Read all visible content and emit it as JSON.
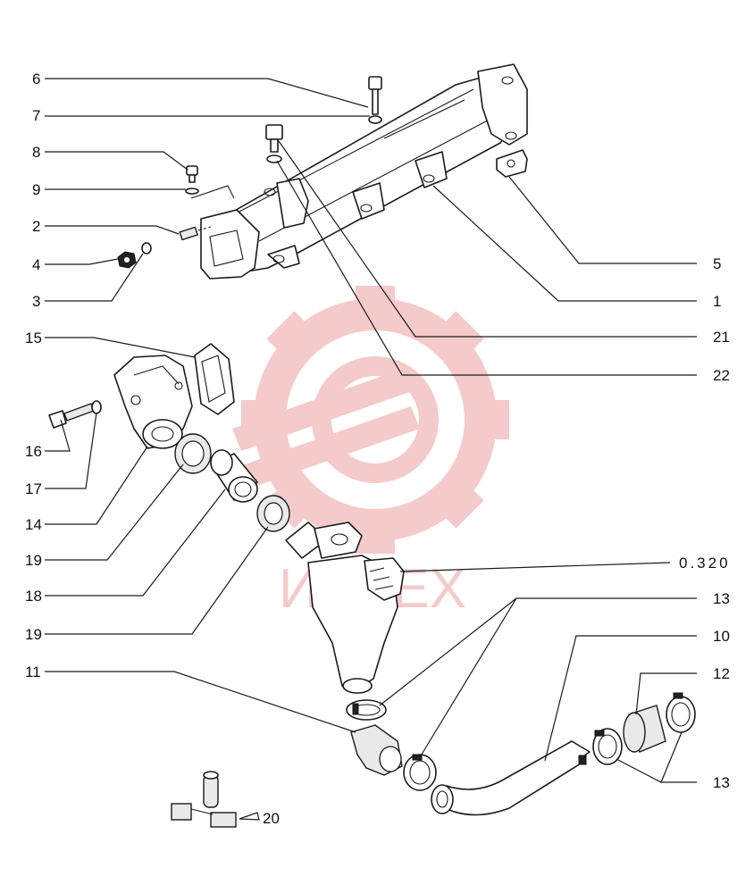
{
  "labels": {
    "l6": "6",
    "l7": "7",
    "l8": "8",
    "l9": "9",
    "l2": "2",
    "l4": "4",
    "l3": "3",
    "l5": "5",
    "l1": "1",
    "l21": "21",
    "l22": "22",
    "l15": "15",
    "l16": "16",
    "l17": "17",
    "l14": "14",
    "l19a": "19",
    "l18": "18",
    "l19b": "19",
    "l0320": "0.320",
    "l13a": "13",
    "l10": "10",
    "l11": "11",
    "l12": "12",
    "l13b": "13",
    "l20": "20"
  },
  "watermark": {
    "text": "ИНТЕХ",
    "color": "#e46a6a"
  }
}
